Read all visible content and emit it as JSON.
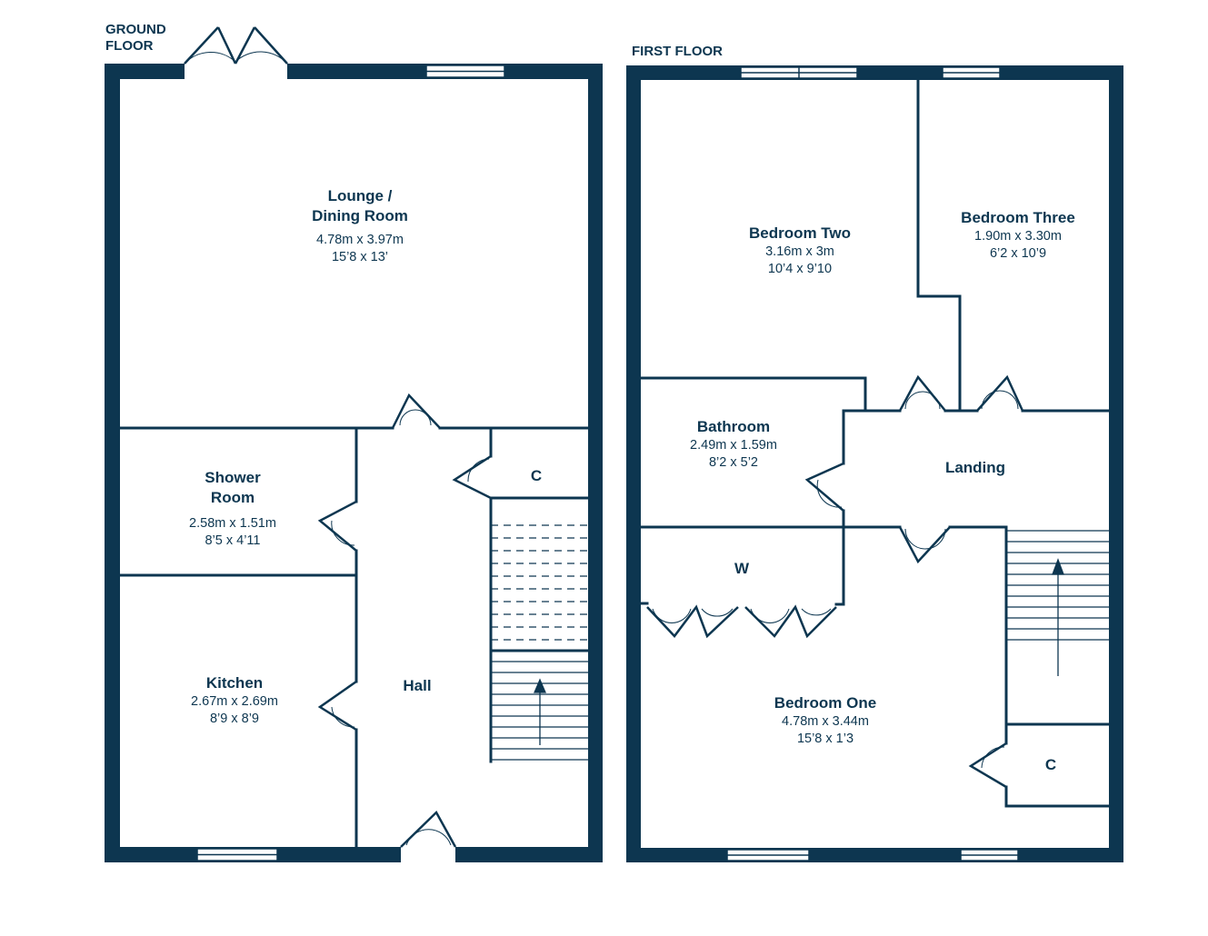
{
  "colors": {
    "wall": "#0d3650",
    "background": "#ffffff"
  },
  "floors": {
    "ground": {
      "title_line1": "GROUND",
      "title_line2": "FLOOR"
    },
    "first": {
      "title": "FIRST FLOOR"
    }
  },
  "rooms": {
    "lounge": {
      "name_line1": "Lounge /",
      "name_line2": "Dining Room",
      "metric": "4.78m x 3.97m",
      "imperial": "15’8 x 13’"
    },
    "shower": {
      "name_line1": "Shower",
      "name_line2": "Room",
      "metric": "2.58m x 1.51m",
      "imperial": "8’5 x 4’11"
    },
    "kitchen": {
      "name": "Kitchen",
      "metric": "2.67m x 2.69m",
      "imperial": "8’9 x 8’9"
    },
    "hall": {
      "name": "Hall"
    },
    "cupboard_ground": {
      "name": "C"
    },
    "bedroom_two": {
      "name": "Bedroom Two",
      "metric": "3.16m x 3m",
      "imperial": "10’4 x 9’10"
    },
    "bedroom_three": {
      "name": "Bedroom Three",
      "metric": "1.90m x 3.30m",
      "imperial": "6’2 x 10’9"
    },
    "bathroom": {
      "name": "Bathroom",
      "metric": "2.49m x 1.59m",
      "imperial": "8’2 x 5’2"
    },
    "landing": {
      "name": "Landing"
    },
    "wardrobe": {
      "name": "W"
    },
    "bedroom_one": {
      "name": "Bedroom One",
      "metric": "4.78m x 3.44m",
      "imperial": "15’8 x 1’3"
    },
    "cupboard_first": {
      "name": "C"
    }
  }
}
